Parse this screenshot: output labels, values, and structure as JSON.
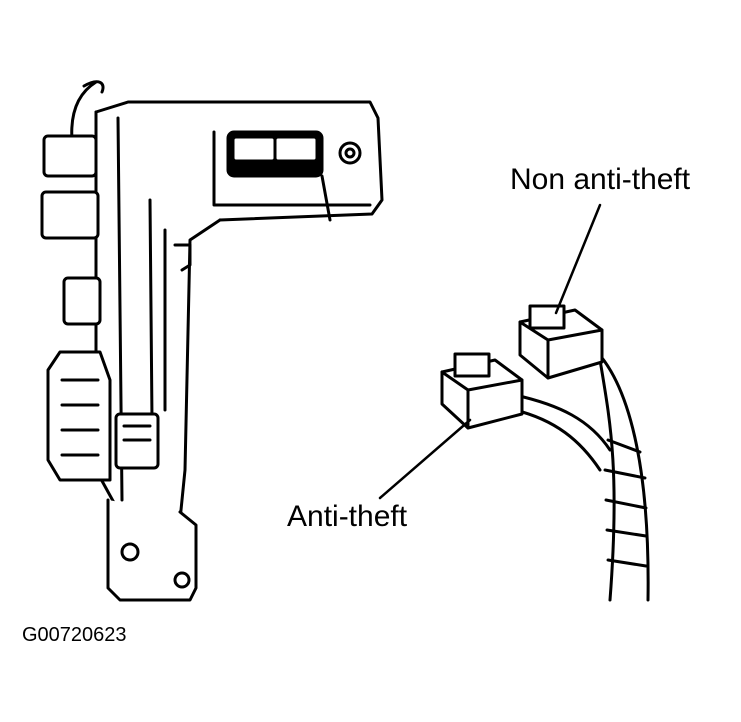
{
  "labels": {
    "non_anti_theft": "Non anti-theft",
    "anti_theft": "Anti-theft"
  },
  "figure_code": "G00720623",
  "colors": {
    "ink": "#000000",
    "paper": "#ffffff"
  }
}
